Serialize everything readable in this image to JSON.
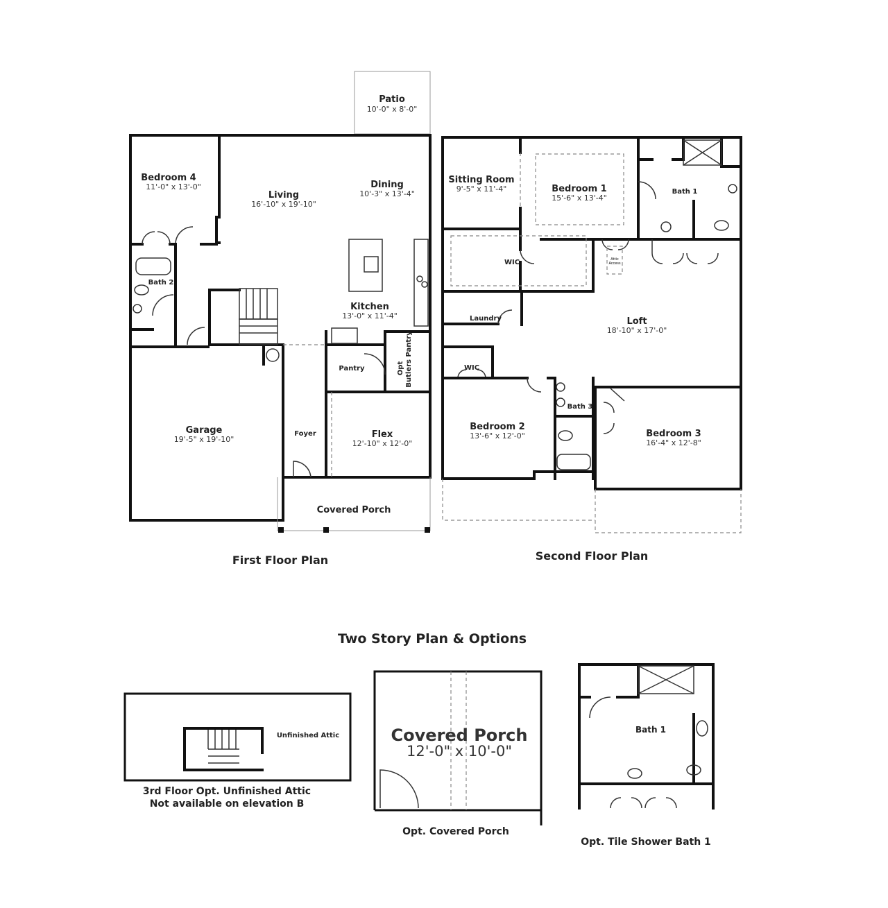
{
  "title": "Two Story Plan & Options",
  "first_floor": {
    "caption": "First Floor Plan",
    "rooms": {
      "patio": {
        "name": "Patio",
        "size": "10'-0\" x 8'-0\""
      },
      "bedroom4": {
        "name": "Bedroom 4",
        "size": "11'-0\" x 13'-0\""
      },
      "living": {
        "name": "Living",
        "size": "16'-10\" x 19'-10\""
      },
      "dining": {
        "name": "Dining",
        "size": "10'-3\" x 13'-4\""
      },
      "kitchen": {
        "name": "Kitchen",
        "size": "13'-0\" x 11'-4\""
      },
      "bath2": {
        "name": "Bath 2"
      },
      "pantry": {
        "name": "Pantry"
      },
      "butlers_pantry": {
        "line1": "Opt",
        "line2": "Butlers Pantry"
      },
      "garage": {
        "name": "Garage",
        "size": "19'-5\" x 19'-10\""
      },
      "foyer": {
        "name": "Foyer"
      },
      "flex": {
        "name": "Flex",
        "size": "12'-10\" x 12'-0\""
      },
      "covered_porch": {
        "name": "Covered Porch"
      }
    }
  },
  "second_floor": {
    "caption": "Second Floor Plan",
    "rooms": {
      "sitting_room": {
        "name": "Sitting Room",
        "size": "9'-5\" x 11'-4\""
      },
      "bedroom1": {
        "name": "Bedroom 1",
        "size": "15'-6\" x 13'-4\""
      },
      "bath1": {
        "name": "Bath 1"
      },
      "wic1": {
        "name": "WIC"
      },
      "attic_access": {
        "line1": "Attic",
        "line2": "Access"
      },
      "laundry": {
        "name": "Laundry"
      },
      "loft": {
        "name": "Loft",
        "size": "18'-10\" x 17'-0\""
      },
      "wic2": {
        "name": "WIC"
      },
      "bedroom2": {
        "name": "Bedroom 2",
        "size": "13'-6\" x 12'-0\""
      },
      "bath3": {
        "name": "Bath 3"
      },
      "bedroom3": {
        "name": "Bedroom 3",
        "size": "16'-4\" x 12'-8\""
      }
    }
  },
  "options": {
    "attic": {
      "label": "Unfinished Attic",
      "caption_line1": "3rd Floor Opt. Unfinished Attic",
      "caption_line2": "Not available on elevation B"
    },
    "porch": {
      "name": "Covered Porch",
      "size": "12'-0\" x 10'-0\"",
      "caption": "Opt. Covered Porch"
    },
    "bath": {
      "name": "Bath 1",
      "caption": "Opt. Tile Shower Bath 1"
    }
  }
}
